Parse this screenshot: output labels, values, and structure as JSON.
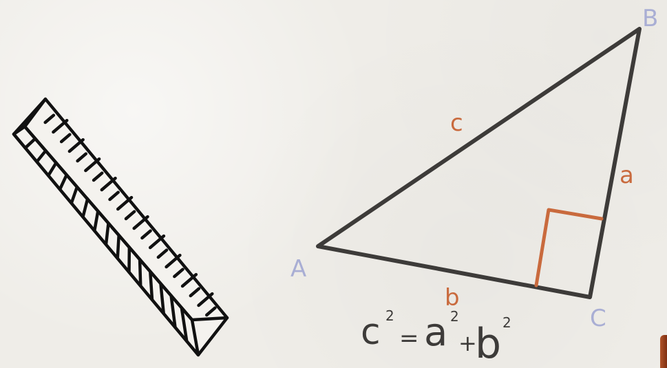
{
  "colors": {
    "background": "#efede8",
    "triangle_stroke": "#3d3b39",
    "vertex_label": "#a9aed4",
    "side_label": "#c96a3d",
    "right_angle_marker": "#c96a3d",
    "ruler_stroke": "#111111"
  },
  "triangle": {
    "vertices": {
      "A": "A",
      "B": "B",
      "C": "C"
    },
    "sides": {
      "a": "a",
      "b": "b",
      "c": "c"
    }
  },
  "formula": {
    "c": "c",
    "c_exp": "2",
    "equals": "=",
    "a": "a",
    "a_exp": "2",
    "plus": "+",
    "b": "b",
    "b_exp": "2"
  },
  "icons": [
    "ruler-icon",
    "right-angle-marker-icon"
  ]
}
